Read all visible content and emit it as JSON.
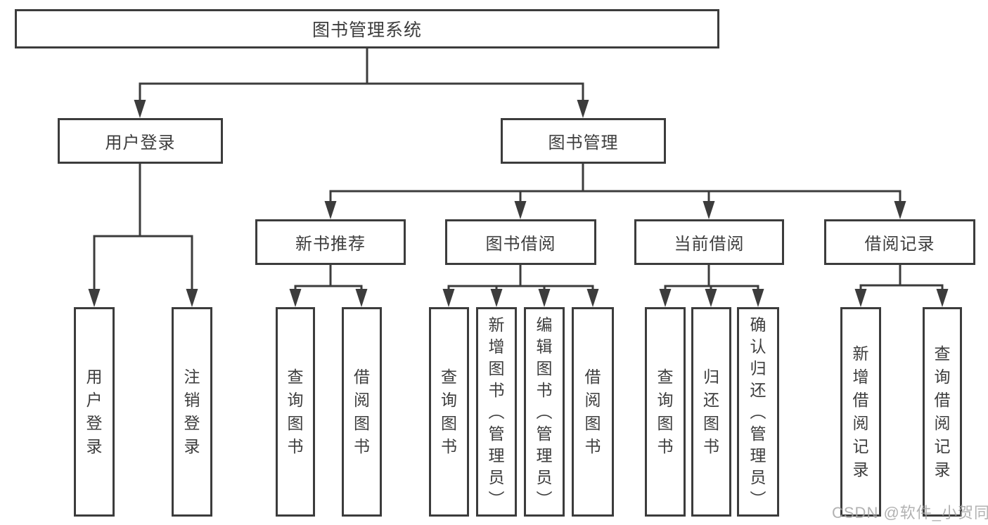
{
  "tree": {
    "root": {
      "label": "图书管理系统"
    },
    "branches": [
      {
        "label": "用户登录",
        "children": [
          {
            "label": "用户登录"
          },
          {
            "label": "注销登录"
          }
        ]
      },
      {
        "label": "图书管理",
        "sections": [
          {
            "label": "新书推荐",
            "children": [
              {
                "label": "查询图书"
              },
              {
                "label": "借阅图书"
              }
            ]
          },
          {
            "label": "图书借阅",
            "children": [
              {
                "label": "查询图书"
              },
              {
                "label": "新增图书（管理员）"
              },
              {
                "label": "编辑图书（管理员）"
              },
              {
                "label": "借阅图书"
              }
            ]
          },
          {
            "label": "当前借阅",
            "children": [
              {
                "label": "查询图书"
              },
              {
                "label": "归还图书"
              },
              {
                "label": "确认归还（管理员）"
              }
            ]
          },
          {
            "label": "借阅记录",
            "children": [
              {
                "label": "新增借阅记录"
              },
              {
                "label": "查询借阅记录"
              }
            ]
          }
        ]
      }
    ]
  },
  "watermark": {
    "text": "CSDN @软件_小贺同学"
  },
  "colors": {
    "line": "#3c3c3c",
    "text": "#3d3d3d",
    "background": "#ffffff",
    "watermark": "#a5a5a5"
  }
}
